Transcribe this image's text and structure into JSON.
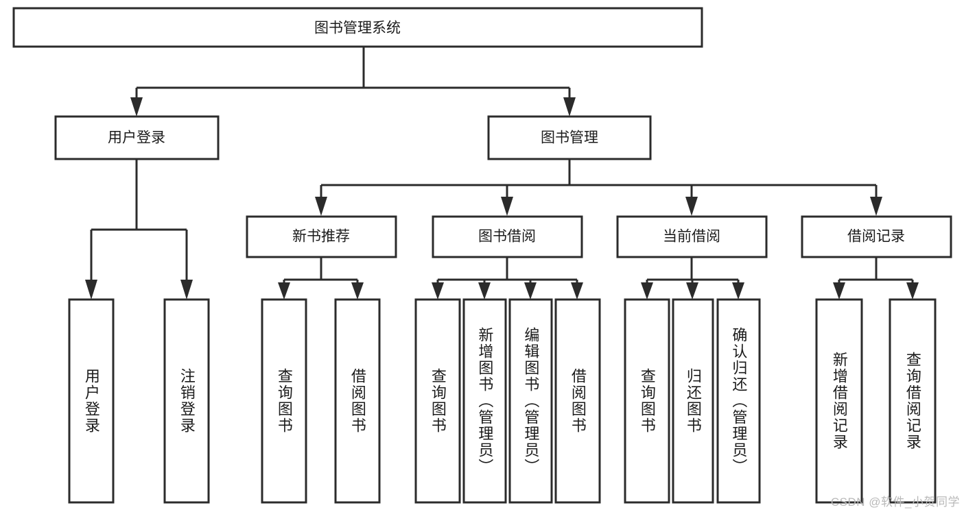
{
  "diagram": {
    "title": "图书管理系统",
    "type": "hierarchy-tree",
    "orientation": "top-down",
    "colors": {
      "box_fill": "#ffffff",
      "box_stroke": "#2b2b2b",
      "connector": "#2b2b2b",
      "text": "#1b1b1b",
      "watermark": "#b9b9b9",
      "background": "#ffffff"
    },
    "root": {
      "id": "root",
      "label": "图书管理系统",
      "orientation": "horizontal"
    },
    "level2": [
      {
        "id": "user-login",
        "label": "用户登录",
        "orientation": "horizontal"
      },
      {
        "id": "book-management",
        "label": "图书管理",
        "orientation": "horizontal"
      }
    ],
    "level3": [
      {
        "id": "new-book-recommend",
        "label": "新书推荐",
        "orientation": "horizontal",
        "parent": "book-management"
      },
      {
        "id": "book-borrow",
        "label": "图书借阅",
        "orientation": "horizontal",
        "parent": "book-management"
      },
      {
        "id": "current-borrow",
        "label": "当前借阅",
        "orientation": "horizontal",
        "parent": "book-management"
      },
      {
        "id": "borrow-record",
        "label": "借阅记录",
        "orientation": "horizontal",
        "parent": "book-management"
      }
    ],
    "leaves": [
      {
        "id": "leaf-user-login",
        "label": "用户登录",
        "orientation": "vertical",
        "parent": "user-login"
      },
      {
        "id": "leaf-logout-login",
        "label": "注销登录",
        "orientation": "vertical",
        "parent": "user-login"
      },
      {
        "id": "leaf-query-book-1",
        "label": "查询图书",
        "orientation": "vertical",
        "parent": "new-book-recommend"
      },
      {
        "id": "leaf-borrow-book-1",
        "label": "借阅图书",
        "orientation": "vertical",
        "parent": "new-book-recommend"
      },
      {
        "id": "leaf-query-book-2",
        "label": "查询图书",
        "orientation": "vertical",
        "parent": "book-borrow"
      },
      {
        "id": "leaf-add-book",
        "label": "新增图书（管理员）",
        "orientation": "vertical",
        "parent": "book-borrow"
      },
      {
        "id": "leaf-edit-book",
        "label": "编辑图书（管理员）",
        "orientation": "vertical",
        "parent": "book-borrow"
      },
      {
        "id": "leaf-borrow-book-2",
        "label": "借阅图书",
        "orientation": "vertical",
        "parent": "book-borrow"
      },
      {
        "id": "leaf-query-book-3",
        "label": "查询图书",
        "orientation": "vertical",
        "parent": "current-borrow"
      },
      {
        "id": "leaf-return-book",
        "label": "归还图书",
        "orientation": "vertical",
        "parent": "current-borrow"
      },
      {
        "id": "leaf-confirm-return",
        "label": "确认归还（管理员）",
        "orientation": "vertical",
        "parent": "current-borrow"
      },
      {
        "id": "leaf-add-record",
        "label": "新增借阅记录",
        "orientation": "vertical",
        "parent": "borrow-record"
      },
      {
        "id": "leaf-query-record",
        "label": "查询借阅记录",
        "orientation": "vertical",
        "parent": "borrow-record"
      }
    ]
  },
  "watermark": {
    "text": "CSDN @软件_小贺同学"
  }
}
